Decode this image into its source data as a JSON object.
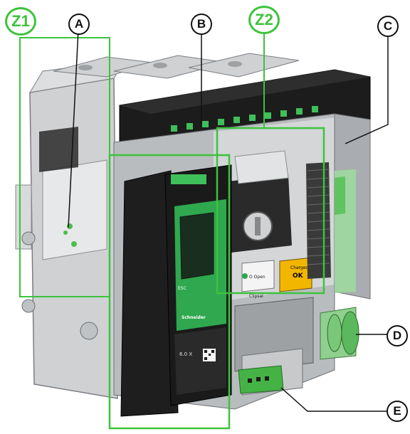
{
  "callouts": {
    "a": "A",
    "b": "B",
    "c": "C",
    "d": "D",
    "e": "E"
  },
  "zones": {
    "z1": "Z1",
    "z2": "Z2"
  },
  "colors": {
    "zone_green": "#3cc33c",
    "trip_unit_green": "#2fa84f",
    "housing_gray": "#b9bcbf",
    "dark_panel": "#1f1f1f"
  },
  "device_labels": {
    "esc": "ESC",
    "brand": "Schneider",
    "rating": "6.0 X",
    "ok": "OK",
    "charged": "Charged",
    "open": "O Open",
    "clipsal": "Clipsal"
  }
}
